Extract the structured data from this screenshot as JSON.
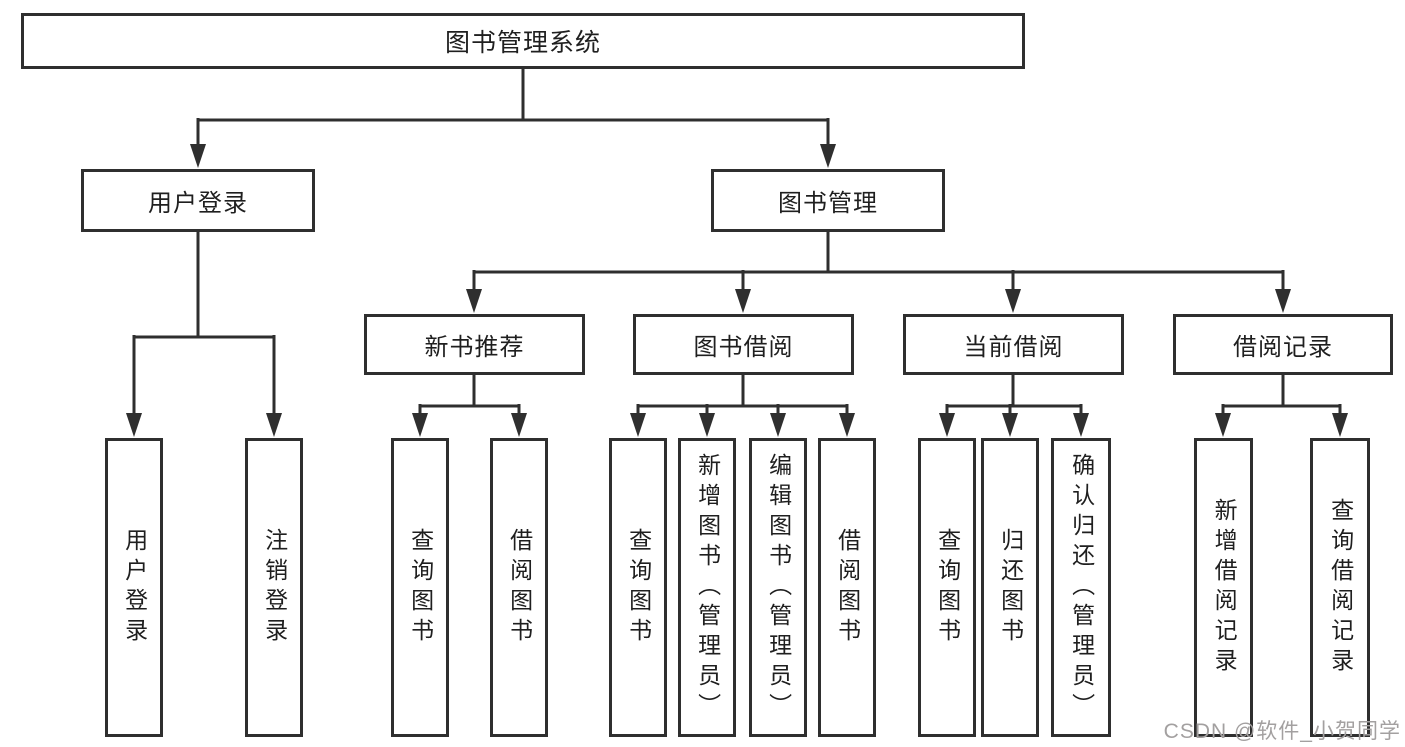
{
  "diagram_title": "图书管理系统",
  "nodes": {
    "root": "图书管理系统",
    "l2": [
      "用户登录",
      "图书管理"
    ],
    "l3": [
      "新书推荐",
      "图书借阅",
      "当前借阅",
      "借阅记录"
    ],
    "leaves": [
      "用户登录",
      "注销登录",
      "查询图书",
      "借阅图书",
      "查询图书",
      "新增图书（管理员）",
      "编辑图书（管理员）",
      "借阅图书",
      "查询图书",
      "归还图书",
      "确认归还（管理员）",
      "新增借阅记录",
      "查询借阅记录"
    ]
  },
  "hierarchy": {
    "图书管理系统": [
      "用户登录",
      "图书管理"
    ],
    "用户登录": [
      "用户登录",
      "注销登录"
    ],
    "图书管理": [
      "新书推荐",
      "图书借阅",
      "当前借阅",
      "借阅记录"
    ],
    "新书推荐": [
      "查询图书",
      "借阅图书"
    ],
    "图书借阅": [
      "查询图书",
      "新增图书（管理员）",
      "编辑图书（管理员）",
      "借阅图书"
    ],
    "当前借阅": [
      "查询图书",
      "归还图书",
      "确认归还（管理员）"
    ],
    "借阅记录": [
      "新增借阅记录",
      "查询借阅记录"
    ]
  },
  "watermark": {
    "text": "CSDN @软件_小贺同学"
  },
  "colors": {
    "line": "#2f2f2f",
    "text": "#1f1f1f",
    "watermark": "#a3a0a0",
    "background": "#ffffff"
  }
}
